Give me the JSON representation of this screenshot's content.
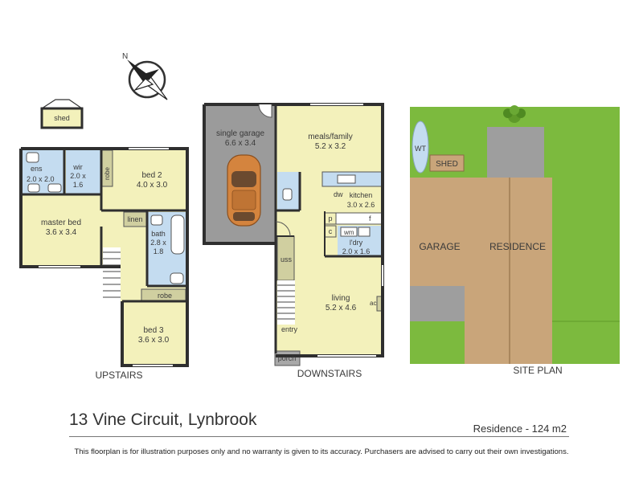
{
  "compass": {
    "north_label": "N"
  },
  "upstairs": {
    "title": "UPSTAIRS",
    "shed": "shed",
    "rooms": {
      "ens": {
        "name": "ens",
        "dims": "2.0 x 2.0"
      },
      "wir": {
        "name": "wir",
        "dims_a": "2.0 x",
        "dims_b": "1.6"
      },
      "robe_a": "robe",
      "bed2": {
        "name": "bed 2",
        "dims": "4.0 x 3.0"
      },
      "master": {
        "name": "master bed",
        "dims": "3.6 x 3.4"
      },
      "linen": "linen",
      "bath": {
        "name": "bath",
        "dims_a": "2.8 x",
        "dims_b": "1.8"
      },
      "robe_b": "robe",
      "bed3": {
        "name": "bed 3",
        "dims": "3.6 x 3.0"
      }
    }
  },
  "downstairs": {
    "title": "DOWNSTAIRS",
    "rooms": {
      "garage": {
        "name": "single garage",
        "dims": "6.6 x 3.4"
      },
      "meals": {
        "name": "meals/family",
        "dims": "5.2 x 3.2"
      },
      "dw": "dw",
      "kitchen": {
        "name": "kitchen",
        "dims": "3.0 x 2.6"
      },
      "p": "p",
      "f": "f",
      "c": "c",
      "wm": "wm",
      "ldry": {
        "name": "l'dry",
        "dims": "2.0 x 1.6"
      },
      "uss": "uss",
      "living": {
        "name": "living",
        "dims": "5.2 x 4.6"
      },
      "ac": "ac",
      "entry": "entry",
      "porch": "porch"
    }
  },
  "site_plan": {
    "title": "SITE PLAN",
    "wt": "WT",
    "shed": "SHED",
    "garage": "GARAGE",
    "residence": "RESIDENCE"
  },
  "colors": {
    "wall": "#2f2f2f",
    "floor": "#f3f1bb",
    "wet": "#c4dcf0",
    "robe": "#d0cfa0",
    "garage_floor": "#9b9b9b",
    "car": "#d4843e",
    "lawn": "#7cba3e",
    "site_building": "#c9a57a",
    "site_paving": "#9e9e9e"
  },
  "footer": {
    "address": "13 Vine Circuit, Lynbrook",
    "size": "Residence - 124 m2",
    "disclaimer": "This floorplan is for illustration purposes only and no warranty is given to its accuracy. Purchasers are advised to carry out their own investigations."
  }
}
